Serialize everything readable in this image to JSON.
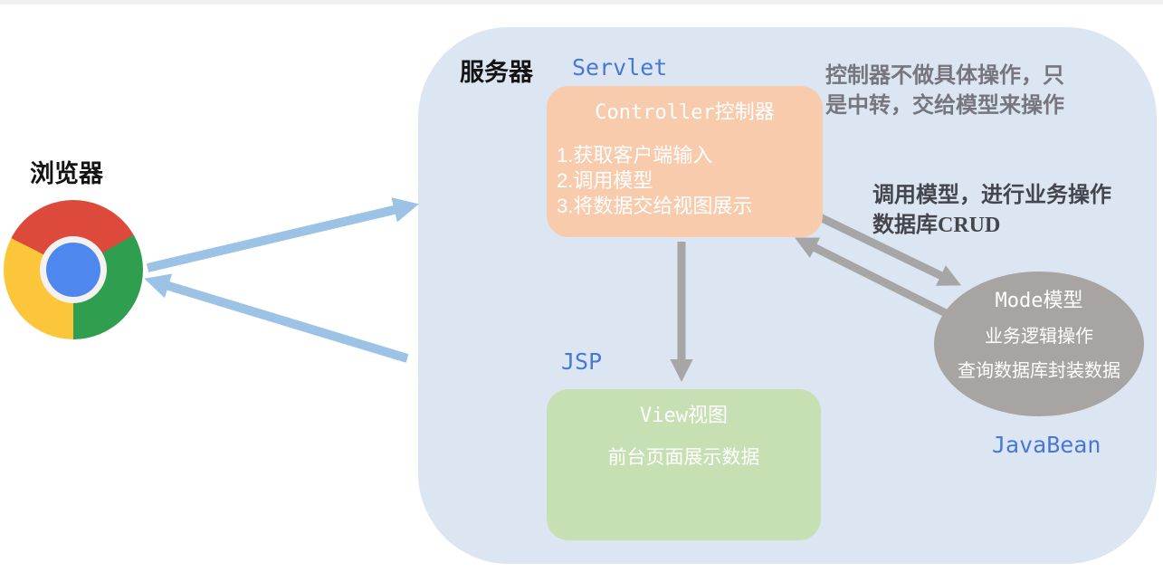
{
  "colors": {
    "server_bg": "#dce6f3",
    "controller_bg": "#f8cbad",
    "view_bg": "#c6e0b4",
    "model_bg": "#a8a4a1",
    "arrow_blue": "#9cc2e5",
    "arrow_gray": "#a6a6a6",
    "tech_label_blue": "#4678d4",
    "note_gray": "#77757d",
    "note_dark": "#45454d",
    "chrome_red": "#dd4a3b",
    "chrome_green": "#2f9e4f",
    "chrome_yellow": "#fcc63a",
    "chrome_blue": "#4e87ee"
  },
  "browser": {
    "label": "浏览器",
    "icon": "chrome-logo"
  },
  "server": {
    "label": "服务器"
  },
  "controller": {
    "tech_label": "Servlet",
    "title": "Controller控制器",
    "items": [
      "1.获取客户端输入",
      "2.调用模型",
      "3.将数据交给视图展示"
    ]
  },
  "view": {
    "tech_label": "JSP",
    "title": "View视图",
    "subtitle": "前台页面展示数据"
  },
  "model": {
    "tech_label": "JavaBean",
    "title": "Mode模型",
    "lines": [
      "业务逻辑操作",
      "查询数据库封装数据"
    ]
  },
  "notes": {
    "controller_note": [
      "控制器不做具体操作，只",
      "是中转，交给模型来操作"
    ],
    "model_note": [
      "调用模型，进行业务操作",
      "数据库CRUD"
    ]
  }
}
